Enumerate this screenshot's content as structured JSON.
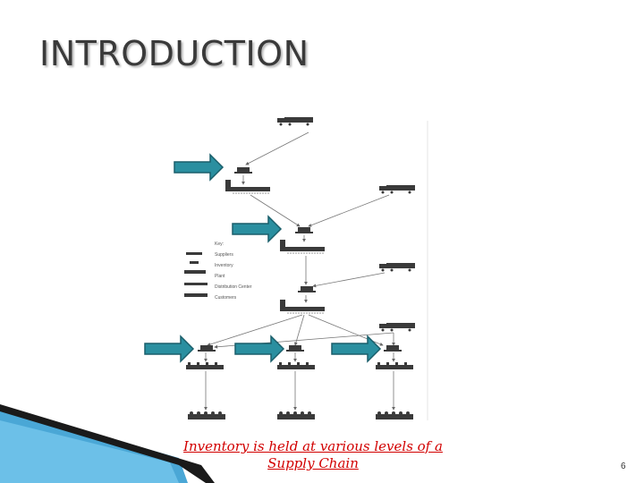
{
  "slide": {
    "title": "INTRODUCTION",
    "caption_line1": "Inventory  is held at various levels of a",
    "caption_line2": "Supply Chain",
    "page_number": "6"
  },
  "diagram_key": {
    "heading": "Key:",
    "items": [
      "Suppliers",
      "Inventory",
      "Plant",
      "Distribution Center",
      "Customers"
    ]
  },
  "colors": {
    "caption": "#d20000",
    "arrow_fill": "#2a8fa0",
    "arrow_stroke": "#1a5f6b",
    "corner_blue": "#4aa7d6",
    "icon_dark": "#3a3a3a"
  },
  "icons": {
    "arrow": "teal-block-arrow",
    "truck": "truck-icon",
    "plant": "plant-icon",
    "distribution": "distribution-center-icon",
    "customers": "customers-icon"
  }
}
